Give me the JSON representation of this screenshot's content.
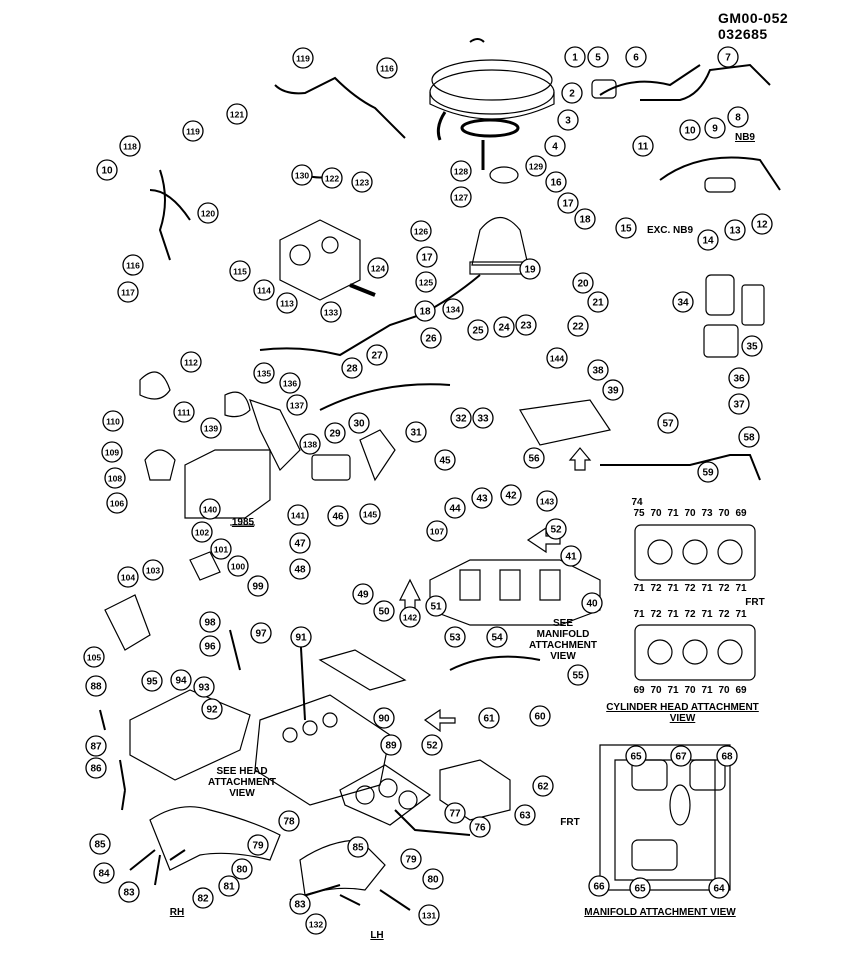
{
  "header": {
    "code": "GM00-052",
    "number": "032685"
  },
  "labels": {
    "nb9": "NB9",
    "exc_nb9": "EXC. NB9",
    "year": "1985",
    "see_manifold": "SEE MANIFOLD ATTACHMENT VIEW",
    "see_head": "SEE HEAD ATTACHMENT VIEW",
    "cylinder_head_view": "CYLINDER HEAD ATTACHMENT VIEW",
    "manifold_view": "MANIFOLD ATTACHMENT VIEW",
    "frt": "FRT",
    "rh": "RH",
    "lh": "LH"
  },
  "callouts": [
    "1",
    "2",
    "3",
    "4",
    "5",
    "6",
    "7",
    "8",
    "9",
    "10",
    "11",
    "12",
    "13",
    "14",
    "15",
    "16",
    "17",
    "18",
    "19",
    "20",
    "21",
    "22",
    "23",
    "24",
    "25",
    "26",
    "27",
    "28",
    "29",
    "30",
    "31",
    "32",
    "33",
    "34",
    "35",
    "36",
    "37",
    "38",
    "39",
    "40",
    "41",
    "42",
    "43",
    "44",
    "45",
    "46",
    "47",
    "48",
    "49",
    "50",
    "51",
    "52",
    "53",
    "54",
    "55",
    "56",
    "57",
    "58",
    "59",
    "60",
    "61",
    "62",
    "63",
    "64",
    "65",
    "66",
    "67",
    "68",
    "76",
    "77",
    "78",
    "79",
    "80",
    "81",
    "82",
    "83",
    "84",
    "85",
    "86",
    "87",
    "88",
    "89",
    "90",
    "91",
    "92",
    "93",
    "94",
    "95",
    "96",
    "97",
    "98",
    "99",
    "100",
    "101",
    "102",
    "103",
    "104",
    "105",
    "106",
    "107",
    "108",
    "109",
    "110",
    "111",
    "112",
    "113",
    "114",
    "115",
    "116",
    "117",
    "118",
    "119",
    "120",
    "121",
    "122",
    "123",
    "124",
    "125",
    "126",
    "127",
    "128",
    "129",
    "130",
    "131",
    "132",
    "133",
    "134",
    "135",
    "136",
    "137",
    "138",
    "139",
    "140",
    "141",
    "142",
    "143",
    "144",
    "145"
  ],
  "head_view": {
    "top_row": [
      "75",
      "70",
      "71",
      "70",
      "73",
      "70",
      "69"
    ],
    "top_extra": "74",
    "mid_row": [
      "71",
      "72",
      "71",
      "72",
      "71",
      "72",
      "71"
    ],
    "lower_top": [
      "71",
      "72",
      "71",
      "72",
      "71",
      "72",
      "71"
    ],
    "lower_bottom": [
      "69",
      "70",
      "71",
      "70",
      "71",
      "70",
      "69"
    ]
  }
}
